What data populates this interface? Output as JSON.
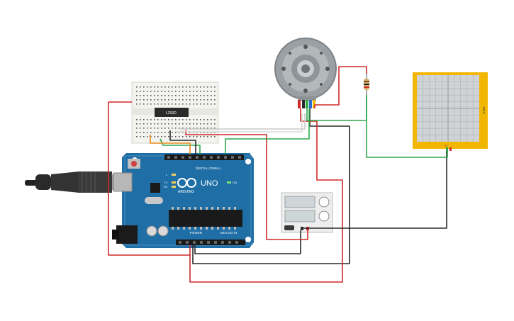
{
  "breadboard": {
    "ic_label": "L293D"
  },
  "arduino": {
    "logo_text": "ARDUINO",
    "model": "UNO",
    "digital_label": "DIGITAL (PWM~)",
    "power_label": "POWER",
    "analog_label": "ANALOG IN",
    "led_labels": [
      "L",
      "TX",
      "RX"
    ],
    "on_label": "ON"
  },
  "oscilloscope": {
    "side_label": "10ms",
    "probe_label": "T+"
  },
  "colors": {
    "arduino_board": "#1f6ea6",
    "breadboard": "#f3f3ef",
    "wire_red": "#d0282a",
    "wire_black": "#2a2a2a",
    "wire_green": "#2fa84b",
    "wire_orange": "#e98a1e",
    "wire_white": "#d9d9d9",
    "scope_frame": "#f2b705",
    "scope_screen": "#cfd3d6"
  }
}
